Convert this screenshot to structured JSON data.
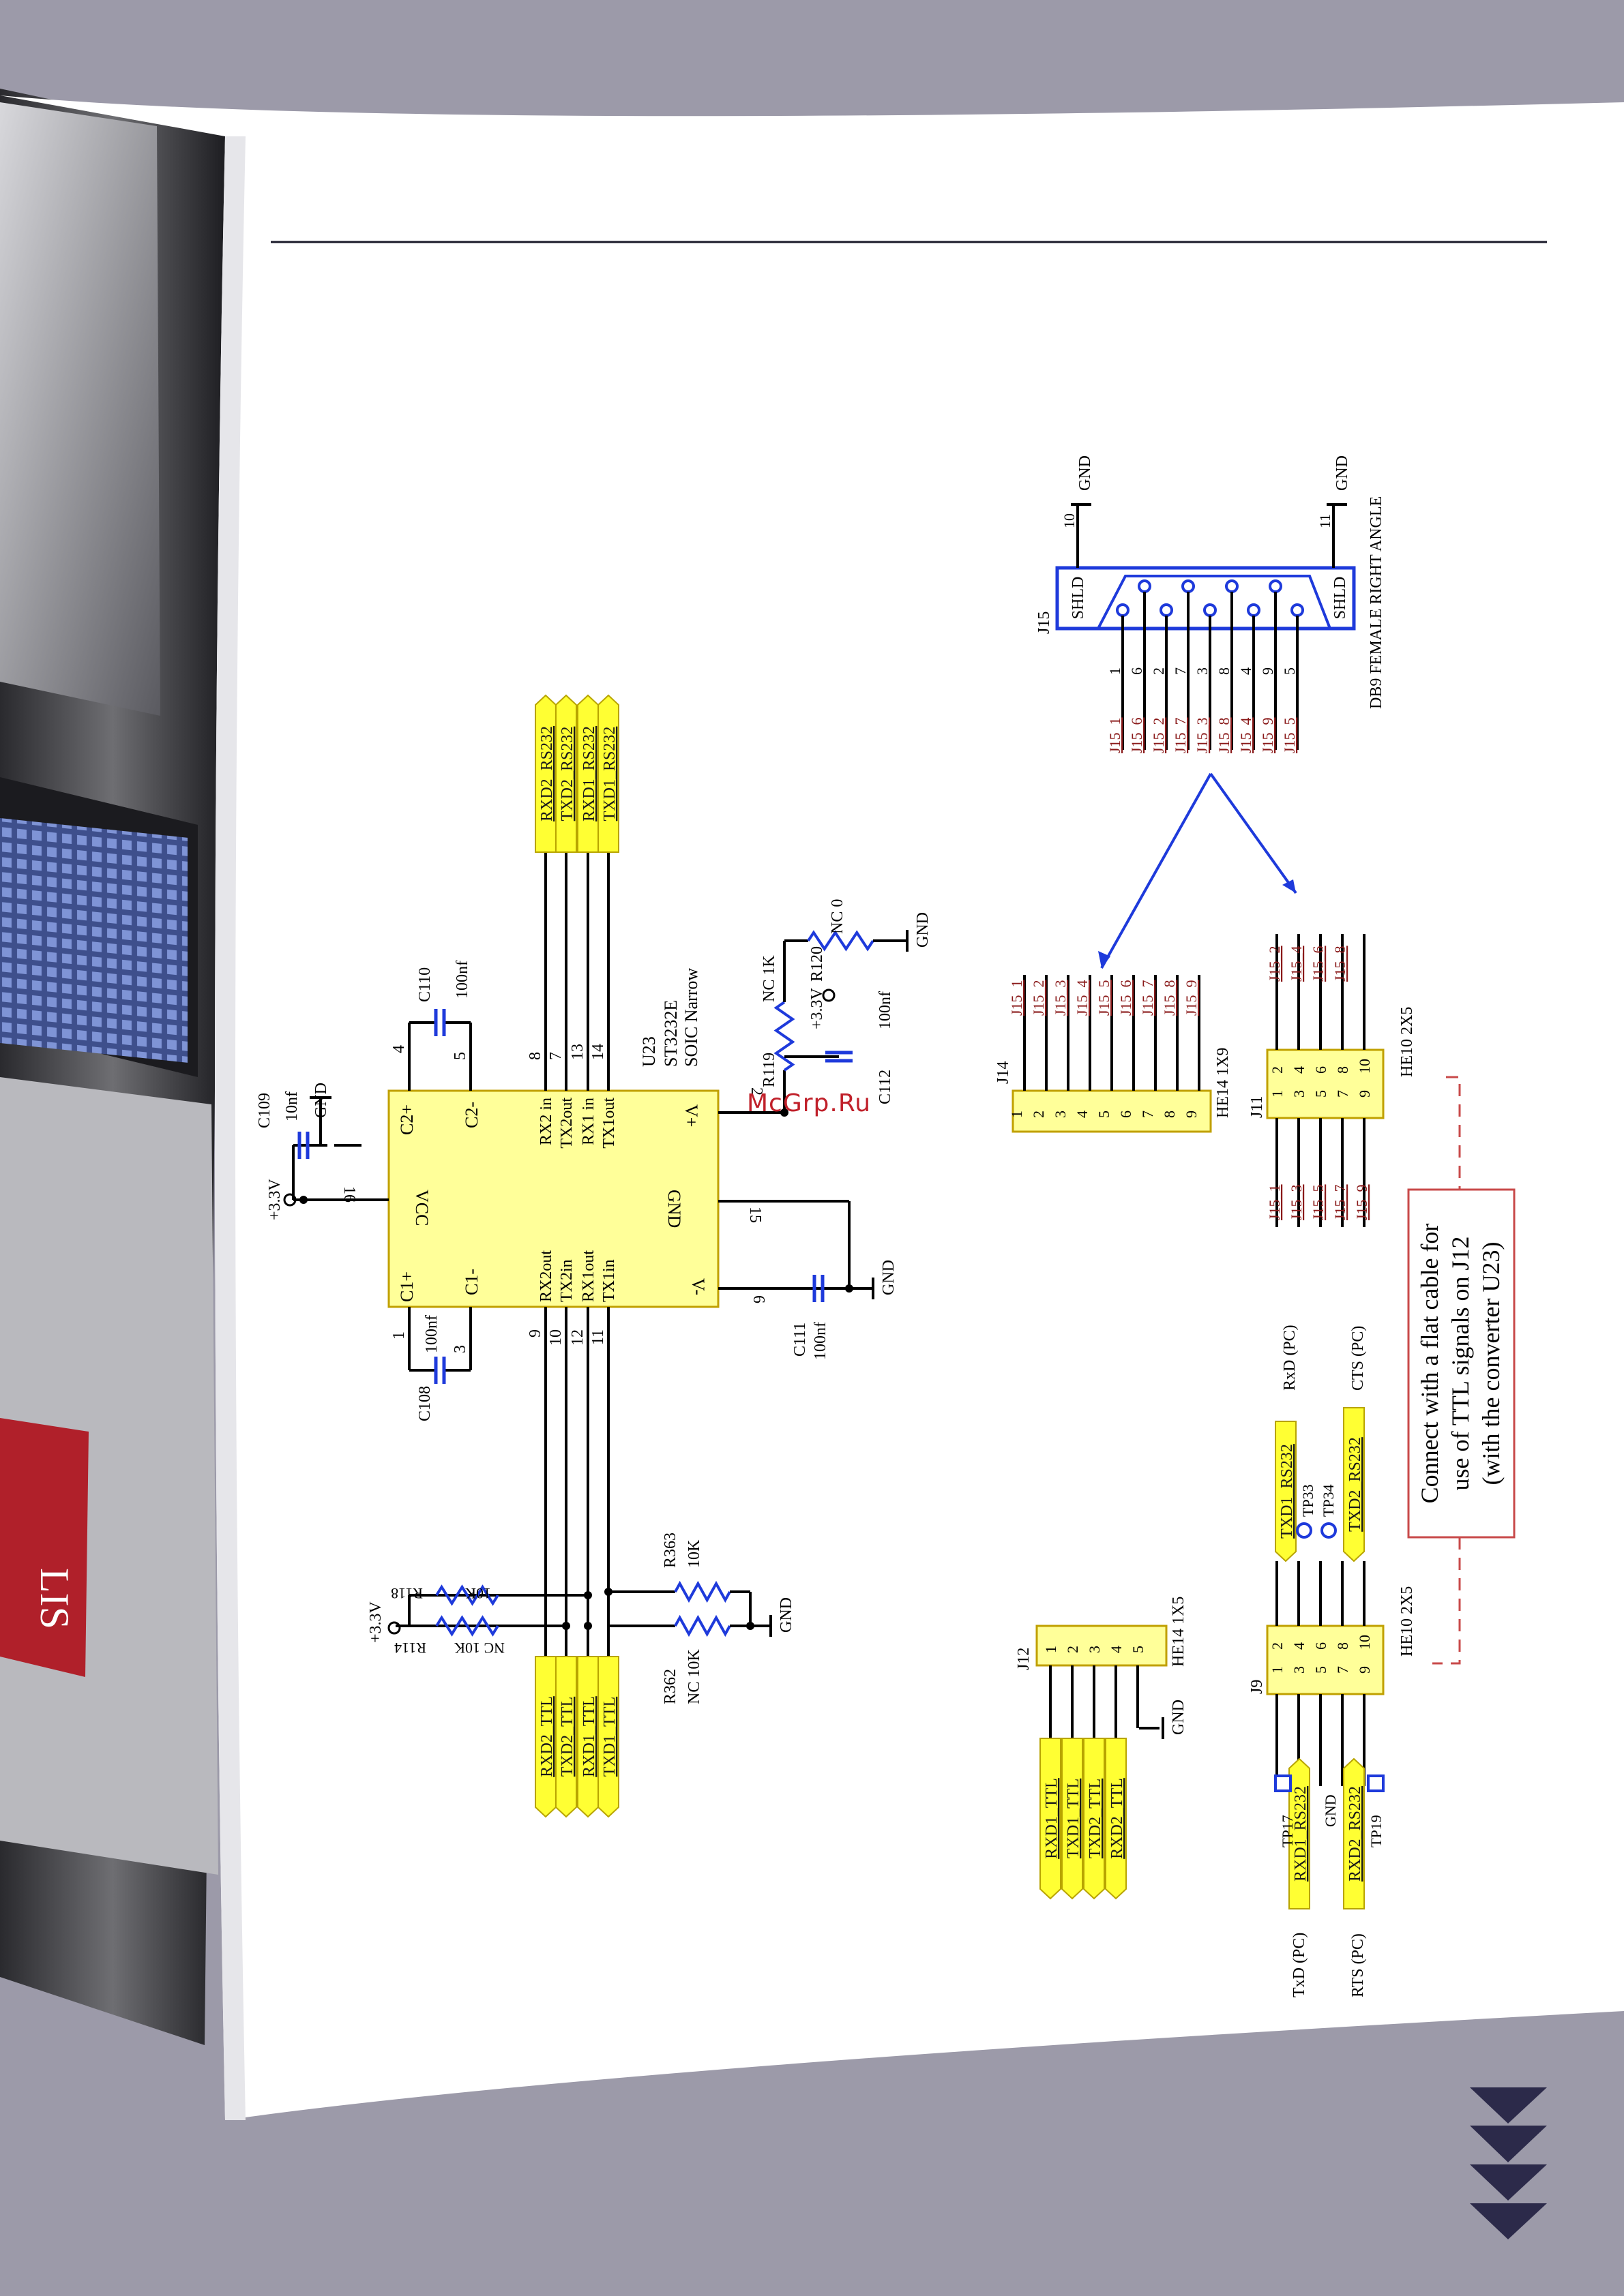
{
  "watermark": "McGrp.Ru",
  "device_label": "LIS",
  "note": [
    "Connect with a flat cable for",
    "use of TTL signals on J12",
    "(with the converter U23)"
  ],
  "ic": {
    "ref": "U23",
    "part": "ST3232E",
    "package": "SOIC Narrow",
    "left_pins": [
      {
        "num": "8",
        "name": "RX2 in"
      },
      {
        "num": "7",
        "name": "TX2out"
      },
      {
        "num": "13",
        "name": "RX1 in"
      },
      {
        "num": "14",
        "name": "TX1out"
      }
    ],
    "right_pins": [
      {
        "num": "9",
        "name": "RX2out"
      },
      {
        "num": "10",
        "name": "TX2in"
      },
      {
        "num": "12",
        "name": "RX1out"
      },
      {
        "num": "11",
        "name": "TX1in"
      }
    ],
    "top_pins": [
      {
        "num": "4",
        "name": "C2+"
      },
      {
        "num": "5",
        "name": "C2-"
      }
    ],
    "bottom_pins": [
      {
        "num": "1",
        "name": "C1+"
      },
      {
        "num": "3",
        "name": "C1-"
      }
    ],
    "vcc": {
      "num": "16",
      "name": "VCC"
    },
    "gnd": {
      "num": "15",
      "name": "GND"
    },
    "vplus": {
      "num": "2",
      "name": "V+"
    },
    "vminus": {
      "num": "6",
      "name": "V-"
    }
  },
  "rs232_labels": [
    "RXD2_RS232",
    "TXD2_RS232",
    "RXD1_RS232",
    "TXD1_RS232"
  ],
  "ttl_labels": [
    "RXD2_TTL",
    "TXD2_TTL",
    "RXD1_TTL",
    "TXD1_TTL"
  ],
  "caps": {
    "c109": {
      "ref": "C109",
      "value": "10nf"
    },
    "c110": {
      "ref": "C110",
      "value": "100nf"
    },
    "c108": {
      "ref": "C108",
      "value": "100nf"
    },
    "c111": {
      "ref": "C111",
      "value": "100nf"
    },
    "c112": {
      "ref": "C112",
      "value": "100nf"
    }
  },
  "resistors": {
    "r118": {
      "ref": "R118",
      "value": "10K"
    },
    "r114": {
      "ref": "R114",
      "value": "NC 10K"
    },
    "r363": {
      "ref": "R363",
      "value": "10K"
    },
    "r362": {
      "ref": "R362",
      "value": "NC 10K"
    },
    "r119": {
      "ref": "R119",
      "value": "NC 1K"
    },
    "r120": {
      "ref": "R120",
      "value": "NC 0"
    }
  },
  "power": {
    "v33": "+3.3V",
    "gnd": "GND"
  },
  "j15": {
    "ref": "J15",
    "desc": "DB9 FEMALE RIGHT ANGLE",
    "shld": "SHLD",
    "shld_pins": [
      "10",
      "11"
    ],
    "pin_nums": [
      "1",
      "6",
      "2",
      "7",
      "3",
      "8",
      "4",
      "9",
      "5"
    ],
    "nets": [
      "J15_1",
      "J15_6",
      "J15_2",
      "J15_7",
      "J15_3",
      "J15_8",
      "J15_4",
      "J15_9",
      "J15_5"
    ]
  },
  "j14": {
    "ref": "J14",
    "desc": "HE14 1X9",
    "pins": [
      "1",
      "2",
      "3",
      "4",
      "5",
      "6",
      "7",
      "8",
      "9"
    ],
    "nets": [
      "J15_1",
      "J15_2",
      "J15_3",
      "J15_4",
      "J15_5",
      "J15_6",
      "J15_7",
      "J15_8",
      "J15_9"
    ]
  },
  "j11": {
    "ref": "J11",
    "desc": "HE10 2X5",
    "pairs": [
      [
        "1",
        "2"
      ],
      [
        "3",
        "4"
      ],
      [
        "5",
        "6"
      ],
      [
        "7",
        "8"
      ],
      [
        "9",
        "10"
      ]
    ],
    "left_nets": [
      "J15_1",
      "J15_3",
      "J15_5",
      "J15_7",
      "J15_9"
    ],
    "right_nets": [
      "J15_2",
      "J15_4",
      "J15_6",
      "J15_8"
    ]
  },
  "j12": {
    "ref": "J12",
    "desc": "HE14 1X5",
    "pins": [
      "1",
      "2",
      "3",
      "4",
      "5"
    ],
    "nets": [
      "RXD1_TTL",
      "TXD1_TTL",
      "TXD2_TTL",
      "RXD2_TTL"
    ]
  },
  "j9": {
    "ref": "J9",
    "desc": "HE10 2X5",
    "pairs": [
      [
        "1",
        "2"
      ],
      [
        "3",
        "4"
      ],
      [
        "5",
        "6"
      ],
      [
        "7",
        "8"
      ],
      [
        "9",
        "10"
      ]
    ],
    "top_labels": [
      "TXD1_RS232",
      "TXD2_RS232"
    ],
    "top_tp": [
      "TP33",
      "TP34"
    ],
    "top_sig": [
      "RxD (PC)",
      "CTS (PC)"
    ],
    "bottom_labels": [
      "RXD1_RS232",
      "GND",
      "RXD2_RS232"
    ],
    "bottom_tp": [
      "TP17",
      "TP19"
    ],
    "bottom_sig": [
      "TxD (PC)",
      "RTS (PC)"
    ]
  }
}
